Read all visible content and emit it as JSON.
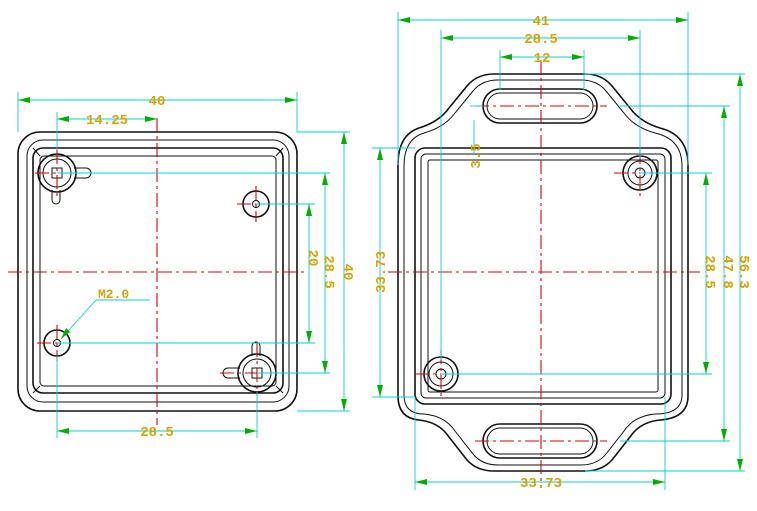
{
  "left_view": {
    "dim_width": "40",
    "dim_hole_offset": "14.25",
    "dim_hole_spacing_bottom": "28.5",
    "dim_height_20": "20",
    "dim_height_28_5": "28.5",
    "dim_height_40": "40",
    "note_thread": "M2.0"
  },
  "right_view": {
    "dim_total_width": "41",
    "dim_flange_width": "28.5",
    "dim_slot_length": "12",
    "dim_slot_offset": "3.5",
    "dim_body_height": "33.73",
    "dim_body_width": "33.73",
    "dim_hole_spacing": "28.5",
    "dim_flange_span": "47.8",
    "dim_total_height": "56.3"
  },
  "colors": {
    "outline": "#111111",
    "centerline": "#e00000",
    "dimension_line": "#00d4d4",
    "arrow": "#00b000",
    "dimension_text": "#d9a400"
  }
}
